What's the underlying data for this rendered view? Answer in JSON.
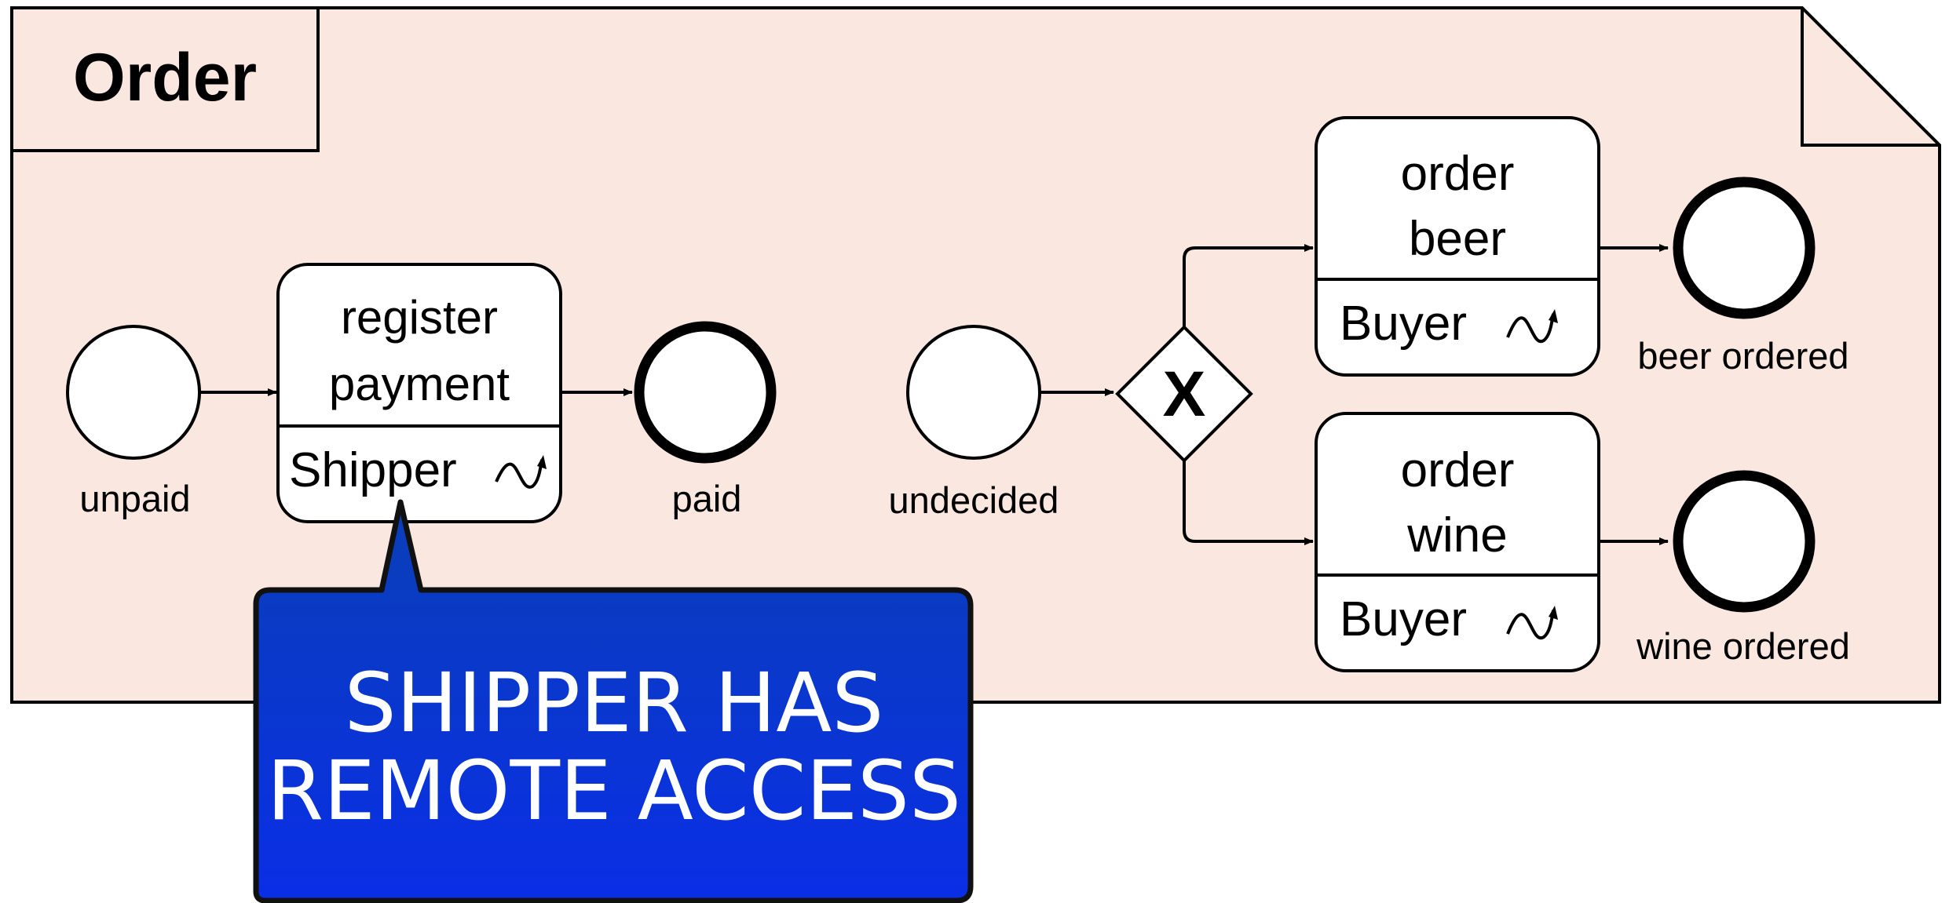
{
  "colors": {
    "frame_fill": "#f9e7e0",
    "stroke": "#000000",
    "node_fill": "#ffffff",
    "callout_fill_top": "#0a3fb8",
    "callout_fill_bottom": "#0a2ee6",
    "callout_text": "#ffffff"
  },
  "frame": {
    "title": "Order"
  },
  "events": {
    "unpaid": {
      "label": "unpaid"
    },
    "paid": {
      "label": "paid"
    },
    "undecided": {
      "label": "undecided"
    },
    "beer_ordered": {
      "label": "beer ordered"
    },
    "wine_ordered": {
      "label": "wine ordered"
    }
  },
  "tasks": {
    "register_payment": {
      "line1": "register",
      "line2": "payment",
      "role": "Shipper"
    },
    "order_beer": {
      "line1": "order",
      "line2": "beer",
      "role": "Buyer"
    },
    "order_wine": {
      "line1": "order",
      "line2": "wine",
      "role": "Buyer"
    }
  },
  "gateway": {
    "symbol": "X"
  },
  "callout": {
    "line1": "SHIPPER HAS",
    "line2": "REMOTE ACCESS"
  }
}
